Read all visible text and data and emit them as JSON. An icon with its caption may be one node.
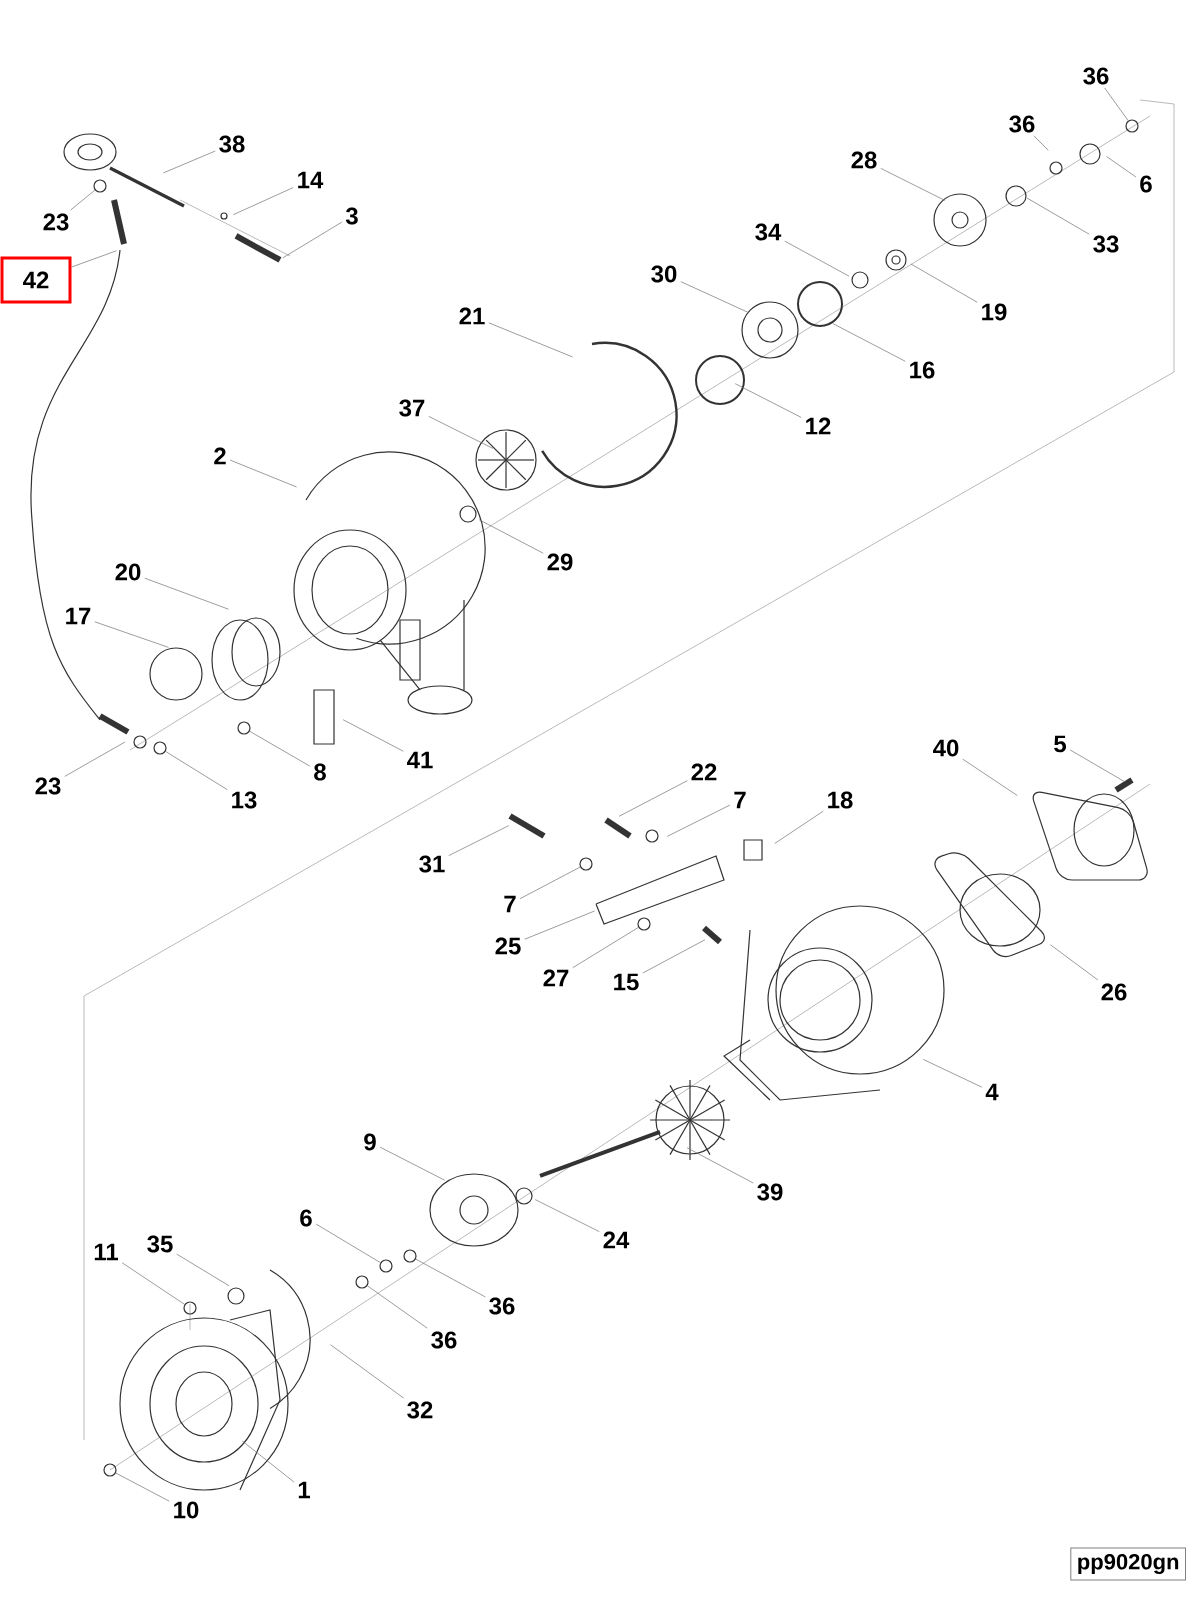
{
  "diagram": {
    "nodes": [
      {
        "text": [
          "36"
        ]
      },
      {
        "text": [
          "38"
        ]
      },
      {
        "text": [
          "36"
        ]
      },
      {
        "text": [
          "6"
        ]
      },
      {
        "text": [
          "28"
        ]
      },
      {
        "text": [
          "14"
        ]
      },
      {
        "text": [
          "3"
        ]
      },
      {
        "text": [
          "23"
        ]
      },
      {
        "text": [
          "33"
        ]
      },
      {
        "text": [
          "34"
        ]
      },
      {
        "text": [
          "42"
        ]
      },
      {
        "text": [
          "19"
        ]
      },
      {
        "text": [
          "30"
        ]
      },
      {
        "text": [
          "21"
        ]
      },
      {
        "text": [
          "16"
        ]
      },
      {
        "text": [
          "37"
        ]
      },
      {
        "text": [
          "12"
        ]
      },
      {
        "text": [
          "2"
        ]
      },
      {
        "text": [
          "29"
        ]
      },
      {
        "text": [
          "20"
        ]
      },
      {
        "text": [
          "17"
        ]
      },
      {
        "text": [
          "41"
        ]
      },
      {
        "text": [
          "8"
        ]
      },
      {
        "text": [
          "23"
        ]
      },
      {
        "text": [
          "13"
        ]
      },
      {
        "text": [
          "22"
        ]
      },
      {
        "text": [
          "40"
        ]
      },
      {
        "text": [
          "5"
        ]
      },
      {
        "text": [
          "7"
        ]
      },
      {
        "text": [
          "18"
        ]
      },
      {
        "text": [
          "31"
        ]
      },
      {
        "text": [
          "7"
        ]
      },
      {
        "text": [
          "25"
        ]
      },
      {
        "text": [
          "27"
        ]
      },
      {
        "text": [
          "15"
        ]
      },
      {
        "text": [
          "26"
        ]
      },
      {
        "text": [
          "4"
        ]
      },
      {
        "text": [
          "9"
        ]
      },
      {
        "text": [
          "39"
        ]
      },
      {
        "text": [
          "24"
        ]
      },
      {
        "text": [
          "6"
        ]
      },
      {
        "text": [
          "35"
        ]
      },
      {
        "text": [
          "11"
        ]
      },
      {
        "text": [
          "36"
        ]
      },
      {
        "text": [
          "36"
        ]
      },
      {
        "text": [
          "32"
        ]
      },
      {
        "text": [
          "1"
        ]
      },
      {
        "text": [
          "10"
        ]
      },
      {
        "text": [],
        "shape": "circle"
      },
      {
        "text": [],
        "shape": "circle"
      },
      {
        "text": [],
        "shape": "circle"
      },
      {
        "text": [],
        "shape": "circle"
      },
      {
        "text": [],
        "shape": "circle"
      },
      {
        "text": [],
        "shape": "circle"
      },
      {
        "text": [],
        "shape": "circle"
      },
      {
        "text": [],
        "shape": "circle"
      },
      {
        "text": [],
        "shape": "circle"
      },
      {
        "text": [],
        "shape": "circle"
      },
      {
        "text": [],
        "shape": "circle"
      }
    ],
    "edges": [
      {
        "from": 0,
        "to": 48,
        "arrow": "none"
      },
      {
        "from": 1,
        "to": null,
        "arrow": "none"
      },
      {
        "from": 2,
        "to": null,
        "arrow": "none"
      },
      {
        "from": 3,
        "to": null,
        "arrow": "none"
      },
      {
        "from": 4,
        "to": null,
        "arrow": "none"
      },
      {
        "from": 5,
        "to": null,
        "arrow": "none"
      },
      {
        "from": 6,
        "to": null,
        "arrow": "none"
      },
      {
        "from": 7,
        "to": 57,
        "arrow": "none"
      },
      {
        "from": 8,
        "to": null,
        "arrow": "none"
      },
      {
        "from": 9,
        "to": null,
        "arrow": "none"
      },
      {
        "from": 10,
        "to": null,
        "arrow": "none"
      },
      {
        "from": 11,
        "to": null,
        "arrow": "none"
      },
      {
        "from": 12,
        "to": null,
        "arrow": "none"
      },
      {
        "from": 13,
        "to": null,
        "arrow": "none"
      },
      {
        "from": 14,
        "to": null,
        "arrow": "none"
      },
      {
        "from": 15,
        "to": null,
        "arrow": "none"
      },
      {
        "from": 16,
        "to": null,
        "arrow": "none"
      },
      {
        "from": 17,
        "to": null,
        "arrow": "none"
      },
      {
        "from": 18,
        "to": null,
        "arrow": "none"
      },
      {
        "from": 19,
        "to": null,
        "arrow": "none"
      },
      {
        "from": 20,
        "to": null,
        "arrow": "none"
      },
      {
        "from": 21,
        "to": null,
        "arrow": "none"
      },
      {
        "from": 22,
        "to": 49,
        "arrow": "none"
      },
      {
        "from": 23,
        "to": null,
        "arrow": "none"
      },
      {
        "from": 24,
        "to": 50,
        "arrow": "none"
      },
      {
        "from": 25,
        "to": null,
        "arrow": "none"
      },
      {
        "from": 26,
        "to": null,
        "arrow": "none"
      },
      {
        "from": 27,
        "to": null,
        "arrow": "none"
      },
      {
        "from": 28,
        "to": null,
        "arrow": "none"
      },
      {
        "from": 29,
        "to": null,
        "arrow": "none"
      },
      {
        "from": 30,
        "to": null,
        "arrow": "none"
      },
      {
        "from": 31,
        "to": 51,
        "arrow": "none"
      },
      {
        "from": 32,
        "to": null,
        "arrow": "none"
      },
      {
        "from": 33,
        "to": 52,
        "arrow": "none"
      },
      {
        "from": 34,
        "to": null,
        "arrow": "none"
      },
      {
        "from": 35,
        "to": null,
        "arrow": "none"
      },
      {
        "from": 36,
        "to": null,
        "arrow": "none"
      },
      {
        "from": 37,
        "to": null,
        "arrow": "none"
      },
      {
        "from": 38,
        "to": null,
        "arrow": "none"
      },
      {
        "from": 39,
        "to": null,
        "arrow": "none"
      },
      {
        "from": 40,
        "to": 58,
        "arrow": "none"
      },
      {
        "from": 41,
        "to": null,
        "arrow": "none"
      },
      {
        "from": 42,
        "to": 56,
        "arrow": "none"
      },
      {
        "from": 43,
        "to": 53,
        "arrow": "none"
      },
      {
        "from": 44,
        "to": 54,
        "arrow": "none"
      },
      {
        "from": 45,
        "to": null,
        "arrow": "none"
      },
      {
        "from": 46,
        "to": null,
        "arrow": "none"
      },
      {
        "from": 47,
        "to": 55,
        "arrow": "none"
      }
    ],
    "labels": [
      "pp9020gn"
    ]
  }
}
